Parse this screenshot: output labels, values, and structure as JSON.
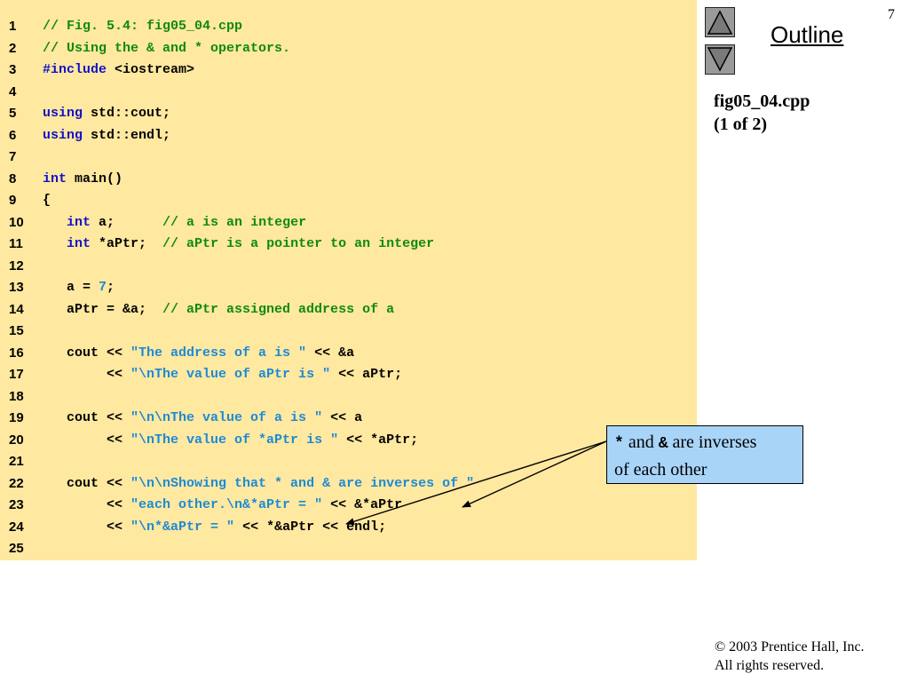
{
  "slide_number": "7",
  "outline_label": "Outline",
  "nav": {
    "up_label": "Previous",
    "down_label": "Next"
  },
  "file": {
    "name": "fig05_04.cpp",
    "part": "(1 of 2)"
  },
  "code_lines": [
    {
      "n": "1",
      "tokens": [
        [
          "c",
          "// Fig. 5.4: fig05_04.cpp"
        ]
      ]
    },
    {
      "n": "2",
      "tokens": [
        [
          "c",
          "// Using the & and * operators."
        ]
      ]
    },
    {
      "n": "3",
      "tokens": [
        [
          "k",
          "#include"
        ],
        [
          "p",
          " <iostream>"
        ]
      ]
    },
    {
      "n": "4",
      "tokens": []
    },
    {
      "n": "5",
      "tokens": [
        [
          "k",
          "using"
        ],
        [
          "p",
          " std::cout;"
        ]
      ]
    },
    {
      "n": "6",
      "tokens": [
        [
          "k",
          "using"
        ],
        [
          "p",
          " std::endl;"
        ]
      ]
    },
    {
      "n": "7",
      "tokens": []
    },
    {
      "n": "8",
      "tokens": [
        [
          "k",
          "int"
        ],
        [
          "p",
          " main()"
        ]
      ]
    },
    {
      "n": "9",
      "tokens": [
        [
          "p",
          "{"
        ]
      ]
    },
    {
      "n": "10",
      "tokens": [
        [
          "p",
          "   "
        ],
        [
          "k",
          "int"
        ],
        [
          "p",
          " a;      "
        ],
        [
          "c",
          "// a is an integer"
        ]
      ]
    },
    {
      "n": "11",
      "tokens": [
        [
          "p",
          "   "
        ],
        [
          "k",
          "int"
        ],
        [
          "p",
          " *aPtr;  "
        ],
        [
          "c",
          "// aPtr is a pointer to an integer"
        ]
      ]
    },
    {
      "n": "12",
      "tokens": []
    },
    {
      "n": "13",
      "tokens": [
        [
          "p",
          "   a = "
        ],
        [
          "n",
          "7"
        ],
        [
          "p",
          ";"
        ]
      ]
    },
    {
      "n": "14",
      "tokens": [
        [
          "p",
          "   aPtr = &a;  "
        ],
        [
          "c",
          "// aPtr assigned address of a"
        ]
      ]
    },
    {
      "n": "15",
      "tokens": []
    },
    {
      "n": "16",
      "tokens": [
        [
          "p",
          "   cout << "
        ],
        [
          "s",
          "\"The address of a is \""
        ],
        [
          "p",
          " << &a"
        ]
      ]
    },
    {
      "n": "17",
      "tokens": [
        [
          "p",
          "        << "
        ],
        [
          "s",
          "\"\\nThe value of aPtr is \""
        ],
        [
          "p",
          " << aPtr;"
        ]
      ]
    },
    {
      "n": "18",
      "tokens": []
    },
    {
      "n": "19",
      "tokens": [
        [
          "p",
          "   cout << "
        ],
        [
          "s",
          "\"\\n\\nThe value of a is \""
        ],
        [
          "p",
          " << a"
        ]
      ]
    },
    {
      "n": "20",
      "tokens": [
        [
          "p",
          "        << "
        ],
        [
          "s",
          "\"\\nThe value of *aPtr is \""
        ],
        [
          "p",
          " << *aPtr;"
        ]
      ]
    },
    {
      "n": "21",
      "tokens": []
    },
    {
      "n": "22",
      "tokens": [
        [
          "p",
          "   cout << "
        ],
        [
          "s",
          "\"\\n\\nShowing that * and & are inverses of \""
        ]
      ]
    },
    {
      "n": "23",
      "tokens": [
        [
          "p",
          "        << "
        ],
        [
          "s",
          "\"each other.\\n&*aPtr = \""
        ],
        [
          "p",
          " << &*aPtr"
        ]
      ]
    },
    {
      "n": "24",
      "tokens": [
        [
          "p",
          "        << "
        ],
        [
          "s",
          "\"\\n*&aPtr = \""
        ],
        [
          "p",
          " << *&aPtr << endl;"
        ]
      ]
    },
    {
      "n": "25",
      "tokens": []
    }
  ],
  "callout": {
    "star": "*",
    "and_word": " and ",
    "amp": "&",
    "rest_line1": " are inverses",
    "line2": "of each other"
  },
  "copyright": {
    "symbol": "©",
    "line1": " 2003 Prentice Hall, Inc.",
    "line2": "All rights reserved."
  },
  "colors": {
    "code_bg": "#ffe8a0",
    "keyword": "#1212c8",
    "comment": "#108a10",
    "string": "#1c8ad6",
    "callout_bg": "#a8d4f8"
  }
}
